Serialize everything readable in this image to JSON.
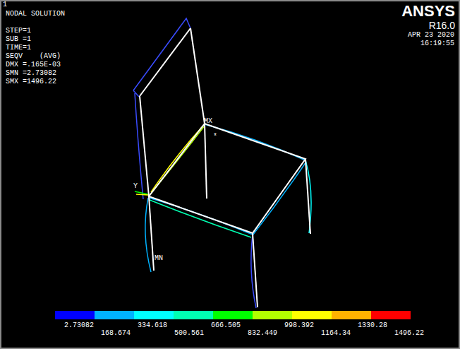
{
  "diagram": {
    "labels": [
      "1",
      "NODAL SOLUTION",
      "STEP=1",
      "SUB =1",
      "TIME=1",
      "SEQV    (AVG)",
      "DMX =.165E-03",
      "SMN =2.73082",
      "SMX =1496.22",
      "ANSYS",
      "R16.0",
      "APR 23 2020",
      "16:19:55",
      "MX",
      "*",
      "Y",
      "MN",
      "2.73082",
      "168.674",
      "334.618",
      "500.561",
      "666.505",
      "832.449",
      "998.392",
      "1164.34",
      "1330.28",
      "1496.22"
    ]
  }
}
